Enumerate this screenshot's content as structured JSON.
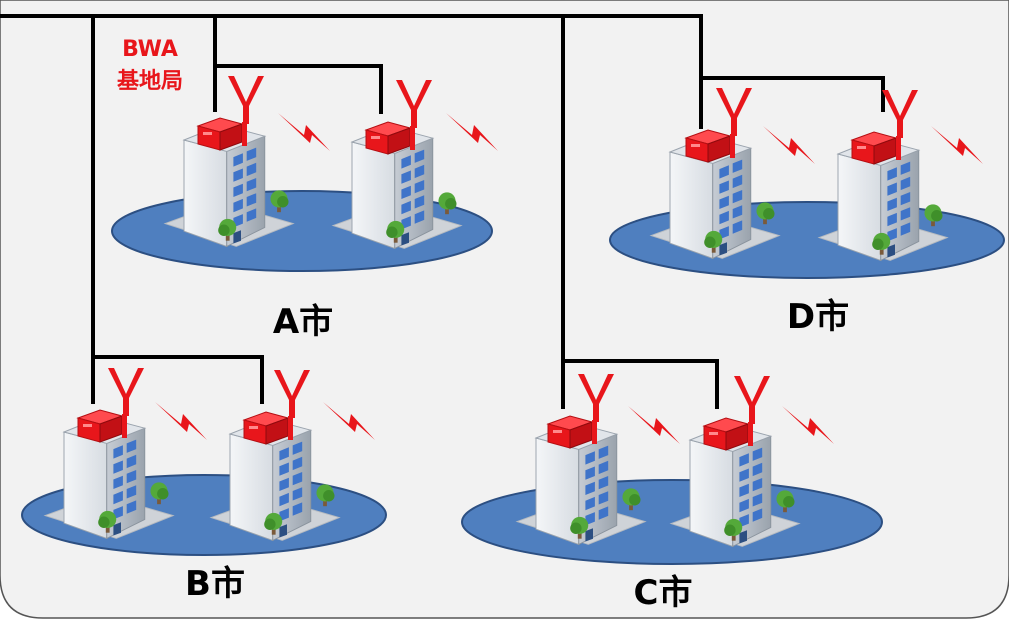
{
  "station_label": {
    "line1": "BWA",
    "line2": "基地局"
  },
  "cities": [
    {
      "label": "A市"
    },
    {
      "label": "D市"
    },
    {
      "label": "B市"
    },
    {
      "label": "C市"
    }
  ],
  "colors": {
    "background_panel": "#f2f2f2",
    "panel_border": "#555555",
    "coverage_fill": "#4f7fbf",
    "coverage_stroke": "#2c4f82",
    "network_line": "#000000",
    "station_red": "#e8161b",
    "label_red": "#e8161b",
    "building_front": "#e9ecef",
    "building_side": "#b9c0c8",
    "window_blue": "#3f74c9",
    "tree_green": "#54a93a",
    "tree_trunk": "#7a5a3a"
  },
  "icons": {
    "building": "office-building-icon",
    "antenna": "antenna-icon",
    "signal": "lightning-signal-icon",
    "tree": "tree-icon",
    "base_station": "base-station-unit-icon"
  }
}
